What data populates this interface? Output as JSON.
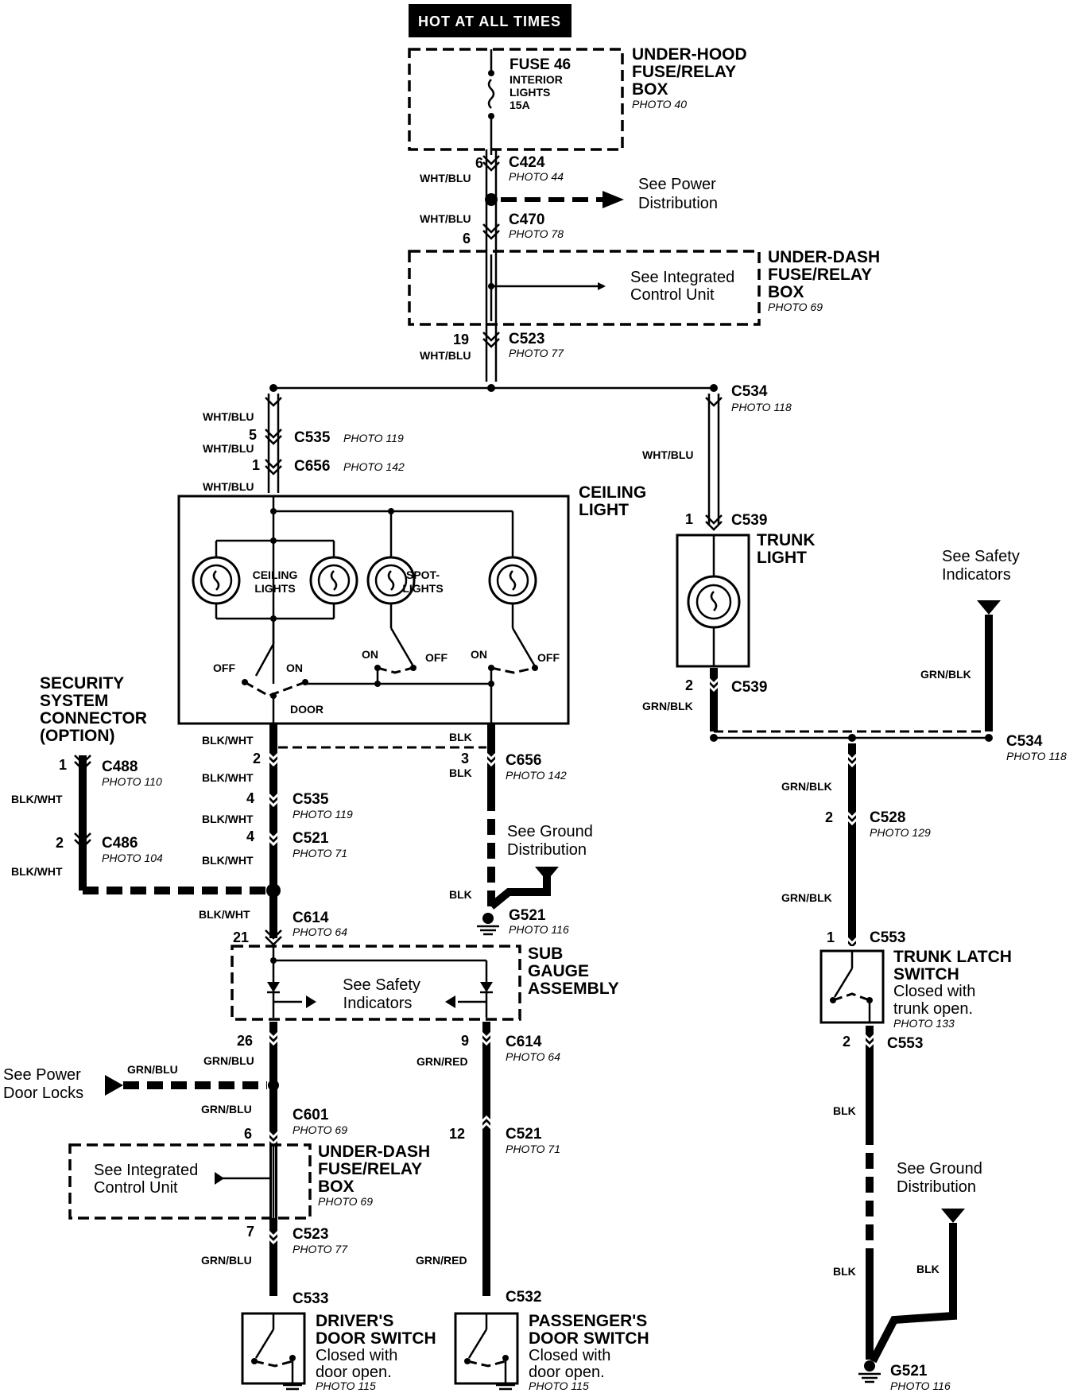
{
  "header": {
    "hot_label": "HOT AT ALL TIMES"
  },
  "fuse": {
    "name": "FUSE 46",
    "line1": "INTERIOR",
    "line2": "LIGHTS",
    "rating": "15A"
  },
  "underhood_box": {
    "line1": "UNDER-HOOD",
    "line2": "FUSE/RELAY",
    "line3": "BOX",
    "photo": "PHOTO 40"
  },
  "underdash_box": {
    "line1": "UNDER-DASH",
    "line2": "FUSE/RELAY",
    "line3": "BOX",
    "photo": "PHOTO 69"
  },
  "notes": {
    "power_dist_1": "See Power",
    "power_dist_2": "Distribution",
    "icu_1": "See Integrated",
    "icu_2": "Control Unit",
    "safety_1": "See Safety",
    "safety_2": "Indicators",
    "ground_1": "See Ground",
    "ground_2": "Distribution",
    "pdl_1": "See Power",
    "pdl_2": "Door Locks"
  },
  "connectors": {
    "c424": "C424",
    "c470": "C470",
    "c523": "C523",
    "c534": "C534",
    "c535": "C535",
    "c656": "C656",
    "c539": "C539",
    "c488": "C488",
    "c486": "C486",
    "c521": "C521",
    "c614": "C614",
    "g521": "G521",
    "c528": "C528",
    "c553": "C553",
    "c601": "C601",
    "c533": "C533",
    "c532": "C532"
  },
  "photos": {
    "p44": "PHOTO 44",
    "p78": "PHOTO 78",
    "p77": "PHOTO 77",
    "p118": "PHOTO 118",
    "p119": "PHOTO 119",
    "p142": "PHOTO 142",
    "p110": "PHOTO 110",
    "p104": "PHOTO 104",
    "p71": "PHOTO 71",
    "p64": "PHOTO 64",
    "p116": "PHOTO 116",
    "p129": "PHOTO 129",
    "p133": "PHOTO 133",
    "p69": "PHOTO 69",
    "p115": "PHOTO 115"
  },
  "wires": {
    "wht_blu": "WHT/BLU",
    "blk_wht": "BLK/WHT",
    "blk": "BLK",
    "grn_blk": "GRN/BLK",
    "grn_blu": "GRN/BLU",
    "grn_red": "GRN/RED"
  },
  "pins": {
    "p6": "6",
    "p19": "19",
    "p5": "5",
    "p1": "1",
    "p2": "2",
    "p3": "3",
    "p4": "4",
    "p21": "21",
    "p26": "26",
    "p9": "9",
    "p12": "12",
    "p7": "7"
  },
  "ceiling": {
    "title_1": "CEILING",
    "title_2": "LIGHT",
    "ceiling_lights_1": "CEILING",
    "ceiling_lights_2": "LIGHTS",
    "spot_lights_1": "SPOT-",
    "spot_lights_2": "LIGHTS",
    "off": "OFF",
    "on": "ON",
    "door": "DOOR"
  },
  "trunk_light": {
    "line1": "TRUNK",
    "line2": "LIGHT"
  },
  "security": {
    "line1": "SECURITY",
    "line2": "SYSTEM",
    "line3": "CONNECTOR",
    "line4": "(OPTION)"
  },
  "sub_gauge": {
    "line1": "SUB",
    "line2": "GAUGE",
    "line3": "ASSEMBLY"
  },
  "trunk_latch": {
    "line1": "TRUNK LATCH",
    "line2": "SWITCH",
    "line3": "Closed with",
    "line4": "trunk open."
  },
  "driver_switch": {
    "line1": "DRIVER'S",
    "line2": "DOOR SWITCH",
    "line3": "Closed with",
    "line4": "door open."
  },
  "passenger_switch": {
    "line1": "PASSENGER'S",
    "line2": "DOOR SWITCH",
    "line3": "Closed with",
    "line4": "door open."
  }
}
